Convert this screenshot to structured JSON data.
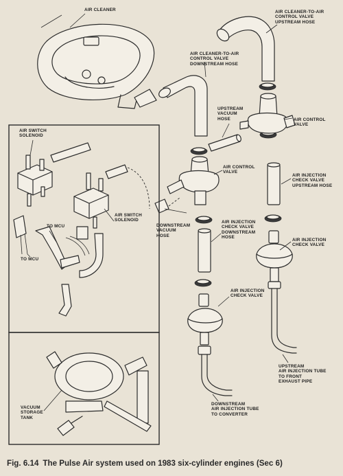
{
  "labels": {
    "air_cleaner": "AIR CLEANER",
    "upstream_hose_top": "AIR CLEANER-TO-AIR\nCONTROL VALVE\nUPSTREAM HOSE",
    "downstream_hose_top": "AIR CLEANER-TO-AIR\nCONTROL VALVE\nDOWNSTREAM HOSE",
    "upstream_vacuum_hose": "UPSTREAM\nVACUUM\nHOSE",
    "air_control_valve_right": "AIR CONTROL\nVALVE",
    "air_control_valve_mid": "AIR CONTROL\nVALVE",
    "air_switch_solenoid_left": "AIR SWITCH\nSOLENOID",
    "air_switch_solenoid_right": "AIR SWITCH\nSOLENOID",
    "downstream_vacuum_hose": "DOWNSTREAM\nVACUUM\nHOSE",
    "check_valve_upstream_hose": "AIR INJECTION\nCHECK VALVE\nUPSTREAM HOSE",
    "check_valve_downstream_hose": "AIR INJECTION\nCHECK VALVE\nDOWNSTREAM\nHOSE",
    "air_injection_check_valve_right": "AIR INJECTION\nCHECK VALVE",
    "air_injection_check_valve_mid": "AIR INJECTION\nCHECK VALVE",
    "to_mcu_1": "TO MCU",
    "to_mcu_2": "TO MCU",
    "upstream_tube": "UPSTREAM\nAIR INJECTION TUBE\nTO FRONT\nEXHAUST PIPE",
    "downstream_tube": "DOWNSTREAM\nAIR INJECTION TUBE\nTO CONVERTER",
    "vacuum_storage_tank": "VACUUM\nSTORAGE\nTANK"
  },
  "caption": {
    "fig": "Fig. 6.14",
    "text": "The Pulse Air system used on 1983 six-cylinder engines (Sec 6)"
  }
}
